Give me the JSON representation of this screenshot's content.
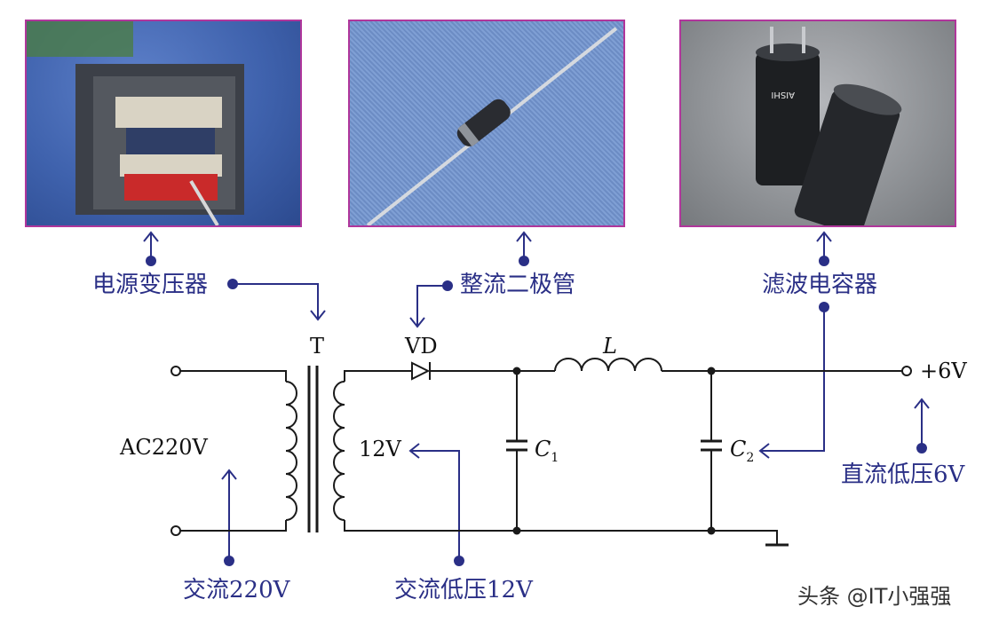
{
  "photos": {
    "transformer": "电源变压器",
    "diode": "整流二极管",
    "capacitor": "滤波电容器",
    "capacitor_marking": "AISHI"
  },
  "labels": {
    "transformer_label": "电源变压器",
    "diode_label": "整流二极管",
    "capacitor_label": "滤波电容器",
    "ac_input": "AC220V",
    "ac_input_note": "交流220V",
    "secondary_voltage": "12V",
    "secondary_note": "交流低压12V",
    "output_voltage": "+6V",
    "output_note": "直流低压6V",
    "transformer_symbol": "T",
    "diode_symbol": "VD",
    "inductor_symbol": "L",
    "c1_letter": "C",
    "c1_sub": "1",
    "c2_letter": "C",
    "c2_sub": "2"
  },
  "watermark": "头条 @IT小强强",
  "colors": {
    "annotation": "#2a2f86",
    "wire": "#1a1a1a",
    "photo_border": "#b0369b"
  }
}
